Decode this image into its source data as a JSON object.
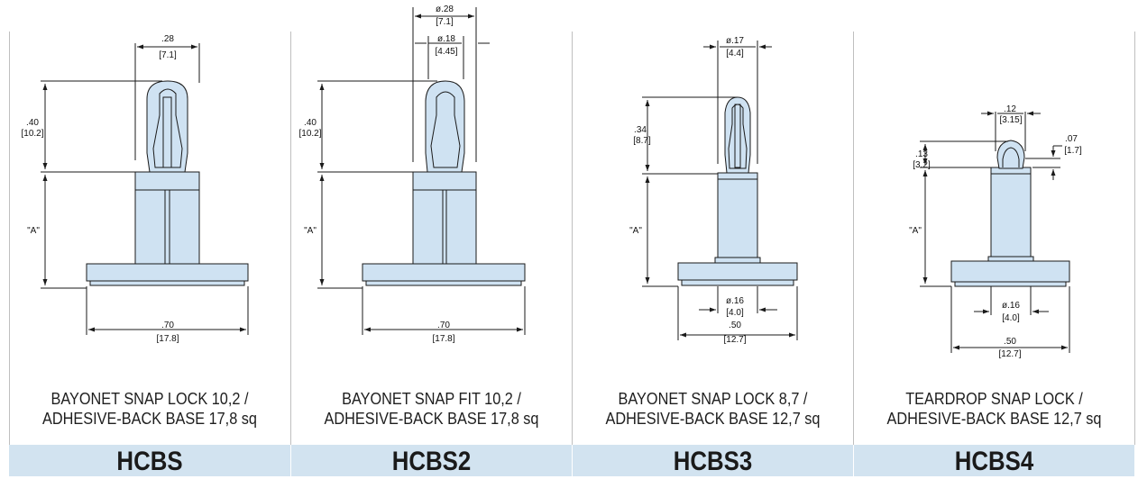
{
  "colors": {
    "part_fill": "#cfe2f2",
    "part_stroke": "#1a1a1a",
    "code_bar": "#d2e3f0",
    "divider": "#bfbfbf"
  },
  "parts": [
    {
      "code": "HCBS",
      "caption_line1": "BAYONET SNAP LOCK 10,2 /",
      "caption_line2": "ADHESIVE-BACK BASE 17,8 sq",
      "dims": {
        "top_w": ".28",
        "top_w_mm": "[7.1]",
        "height": ".40",
        "height_mm": "[10.2]",
        "a": "\"A\"",
        "base_w": ".70",
        "base_w_mm": "[17.8]"
      }
    },
    {
      "code": "HCBS2",
      "caption_line1": "BAYONET SNAP FIT 10,2 /",
      "caption_line2": "ADHESIVE-BACK BASE 17,8 sq",
      "dims": {
        "top_w": "ø.28",
        "top_w_mm": "[7.1]",
        "top_w2": "ø.18",
        "top_w2_mm": "[4.45]",
        "height": ".40",
        "height_mm": "[10.2]",
        "a": "\"A\"",
        "base_w": ".70",
        "base_w_mm": "[17.8]"
      }
    },
    {
      "code": "HCBS3",
      "caption_line1": "BAYONET SNAP LOCK 8,7 /",
      "caption_line2": "ADHESIVE-BACK BASE 12,7 sq",
      "dims": {
        "top_w": "ø.17",
        "top_w_mm": "[4.4]",
        "height": ".34",
        "height_mm": "[8.7]",
        "a": "\"A\"",
        "post_d": "ø.16",
        "post_d_mm": "[4.0]",
        "base_w": ".50",
        "base_w_mm": "[12.7]"
      }
    },
    {
      "code": "HCBS4",
      "caption_line1": "TEARDROP SNAP LOCK /",
      "caption_line2": "ADHESIVE-BACK BASE 12,7 sq",
      "dims": {
        "top_w": ".12",
        "top_w_mm": "[3.15]",
        "side": ".07",
        "side_mm": "[1.7]",
        "height": ".13",
        "height_mm": "[3.2]",
        "a": "\"A\"",
        "post_d": "ø.16",
        "post_d_mm": "[4.0]",
        "base_w": ".50",
        "base_w_mm": "[12.7]"
      }
    }
  ]
}
